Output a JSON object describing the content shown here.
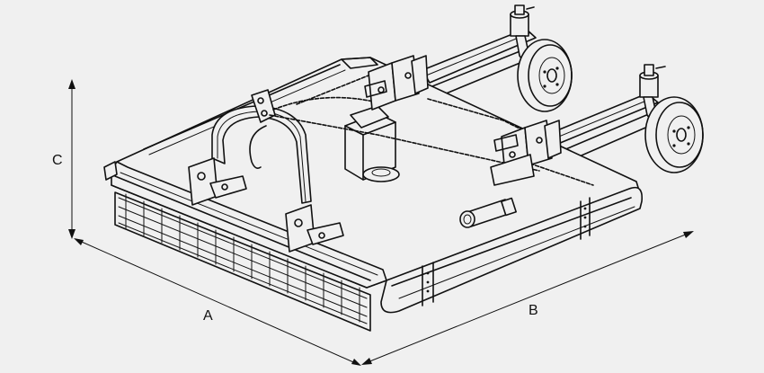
{
  "diagram": {
    "dimension_labels": {
      "a": "A",
      "b": "B",
      "c": "C"
    },
    "colors": {
      "background": "#f0f0f0",
      "line": "#111111"
    }
  }
}
